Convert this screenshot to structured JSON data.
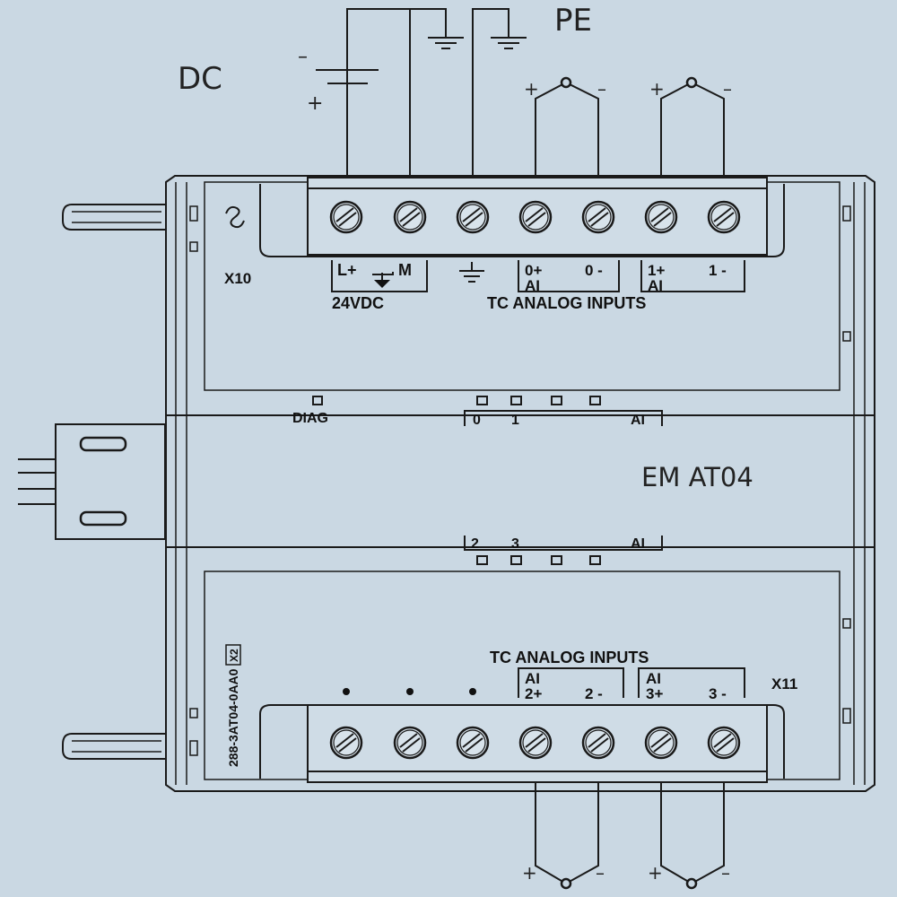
{
  "wiring": {
    "dc_label": "DC",
    "pe_label": "PE",
    "dc_minus": "–",
    "dc_plus": "+",
    "tc_plus": "+",
    "tc_minus": "–"
  },
  "module": {
    "model": "EM  AT04",
    "part_number": "288-3AT04-0AA0",
    "revision": "X2"
  },
  "top_connector": {
    "id": "X10",
    "power_terminals": [
      "L+",
      "M"
    ],
    "power_label": "24VDC",
    "group0": {
      "plus": "0+",
      "minus": "0 -",
      "ai": "AI"
    },
    "group1": {
      "plus": "1+",
      "minus": "1 -",
      "ai": "AI"
    },
    "section_label": "TC ANALOG  INPUTS"
  },
  "status": {
    "diag_label": "DIAG",
    "top_channels": {
      "first": "0",
      "second": "1",
      "ai": "AI"
    },
    "bottom_channels": {
      "first": "2",
      "second": "3",
      "ai": "AI"
    }
  },
  "bottom_connector": {
    "id": "X11",
    "section_label": "TC ANALOG INPUTS",
    "group2": {
      "ai": "AI",
      "plus": "2+",
      "minus": "2 -"
    },
    "group3": {
      "ai": "AI",
      "plus": "3+",
      "minus": "3 -"
    }
  }
}
